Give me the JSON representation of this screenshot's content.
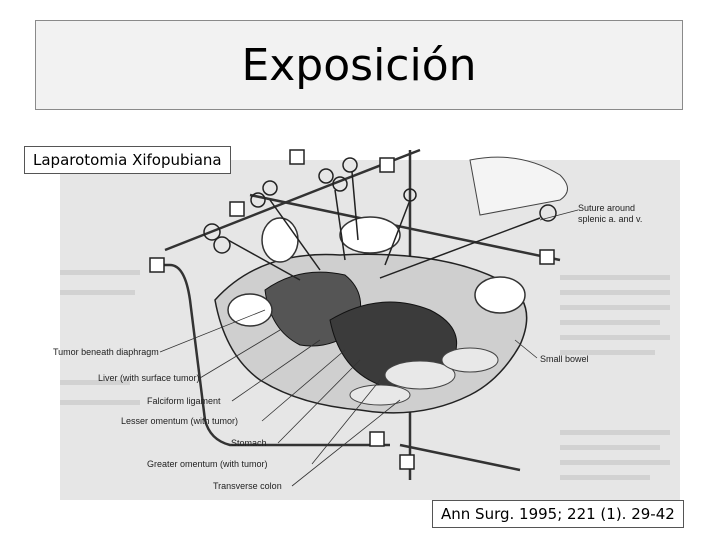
{
  "slide": {
    "title": "Exposición",
    "caption": "Laparotomia Xifopubiana",
    "reference": "Ann Surg. 1995; 221 (1). 29-42"
  },
  "figure": {
    "labels": {
      "suture_line1": "Suture around",
      "suture_line2": "splenic a. and v.",
      "small_bowel": "Small bowel",
      "tumor_diaphragm": "Tumor beneath diaphragm",
      "liver": "Liver (with surface tumor)",
      "falciform": "Falciform ligament",
      "lesser_omentum": "Lesser omentum (with tumor)",
      "stomach": "Stomach",
      "greater_omentum": "Greater omentum (with tumor)",
      "transverse_colon": "Transverse colon"
    }
  }
}
